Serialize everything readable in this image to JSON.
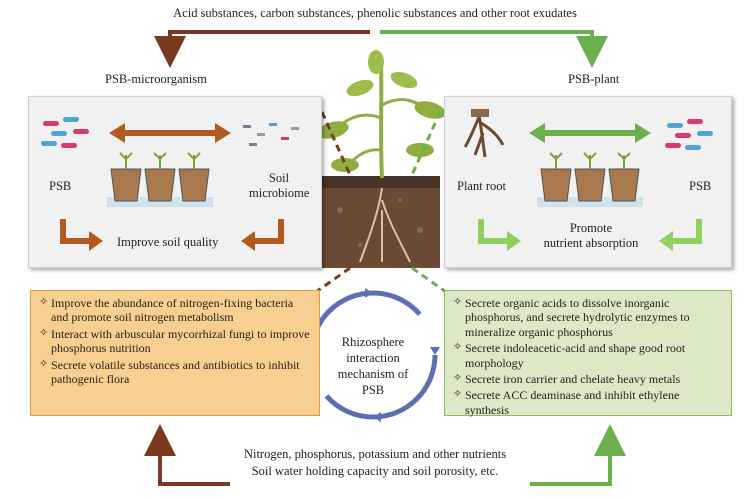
{
  "top_caption": "Acid substances, carbon substances, phenolic substances and other root exudates",
  "bottom_caption": {
    "line1": "Nitrogen, phosphorus, potassium and other nutrients",
    "line2": "Soil water holding capacity and soil porosity, etc."
  },
  "left_panel": {
    "title": "PSB-microorganism",
    "psb_label": "PSB",
    "soil_label_line1": "Soil",
    "soil_label_line2": "microbiome",
    "bottom_label": "Improve soil quality"
  },
  "right_panel": {
    "title": "PSB-plant",
    "root_label": "Plant root",
    "psb_label": "PSB",
    "promote_line1": "Promote",
    "promote_line2": "nutrient absorption"
  },
  "center": {
    "line1": "Rhizosphere",
    "line2": "interaction",
    "line3": "mechanism of",
    "line4": "PSB"
  },
  "left_box_items": [
    "Improve the abundance of nitrogen-fixing bacteria and promote soil nitrogen metabolism",
    "Interact with arbuscular mycorrhizal fungi to improve phosphorus nutrition",
    "Secrete volatile substances and antibiotics to inhibit pathogenic flora"
  ],
  "right_box_items": [
    "Secrete organic acids to dissolve inorganic phosphorus, and secrete hydrolytic enzymes to mineralize organic phosphorus",
    "Secrete indoleacetic-acid and shape good root morphology",
    "Secrete iron carrier and chelate heavy metals",
    "Secrete ACC deaminase and inhibit ethylene synthesis"
  ],
  "bullet_symbol": "✧",
  "colors": {
    "brown": "#7b3a1f",
    "orange_arrow": "#b35a22",
    "green": "#6ab04c",
    "light_green": "#9fd06b",
    "blue_circle": "#5b6fb5",
    "orange_box": "#f9cf90",
    "green_box": "#dbe9c6"
  }
}
